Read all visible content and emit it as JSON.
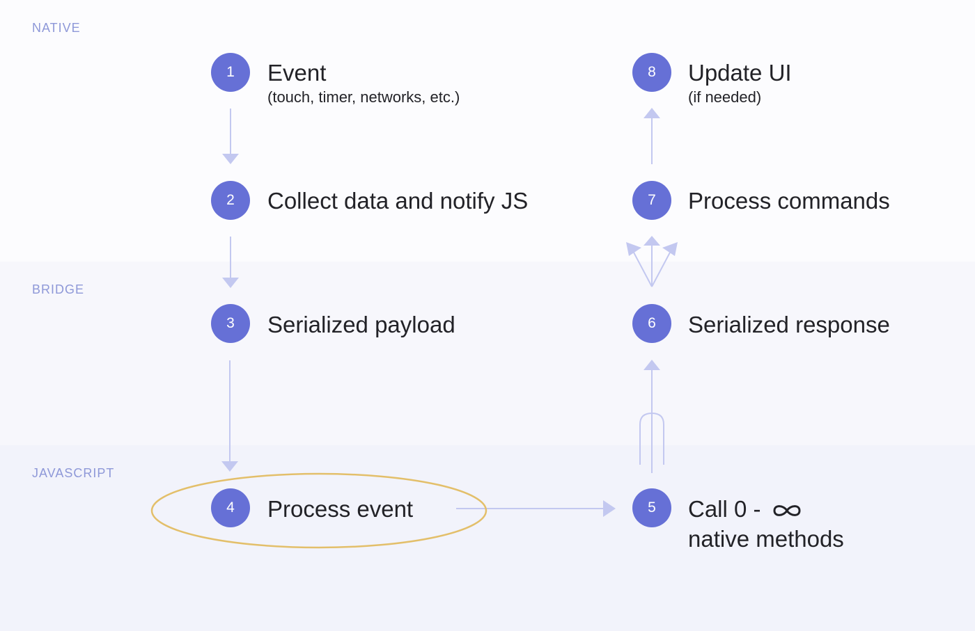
{
  "layers": {
    "native": "NATIVE",
    "bridge": "BRIDGE",
    "javascript": "JAVASCRIPT"
  },
  "steps": [
    {
      "number": "1",
      "title": "Event",
      "subtitle": "(touch, timer, networks, etc.)"
    },
    {
      "number": "2",
      "title": "Collect data and notify JS"
    },
    {
      "number": "3",
      "title": "Serialized payload"
    },
    {
      "number": "4",
      "title": "Process event"
    },
    {
      "number": "5",
      "title": "Call 0 - ",
      "icon": "infinity-icon",
      "subtitle": "native methods"
    },
    {
      "number": "6",
      "title": "Serialized response"
    },
    {
      "number": "7",
      "title": "Process commands"
    },
    {
      "number": "8",
      "title": "Update UI",
      "subtitle": "(if needed)"
    }
  ],
  "colors": {
    "step_circle": "#6670d6",
    "arrow": "#c3c8f0",
    "highlight": "#e3bf6a",
    "layer_label": "#8e98d8",
    "text": "#222227"
  }
}
